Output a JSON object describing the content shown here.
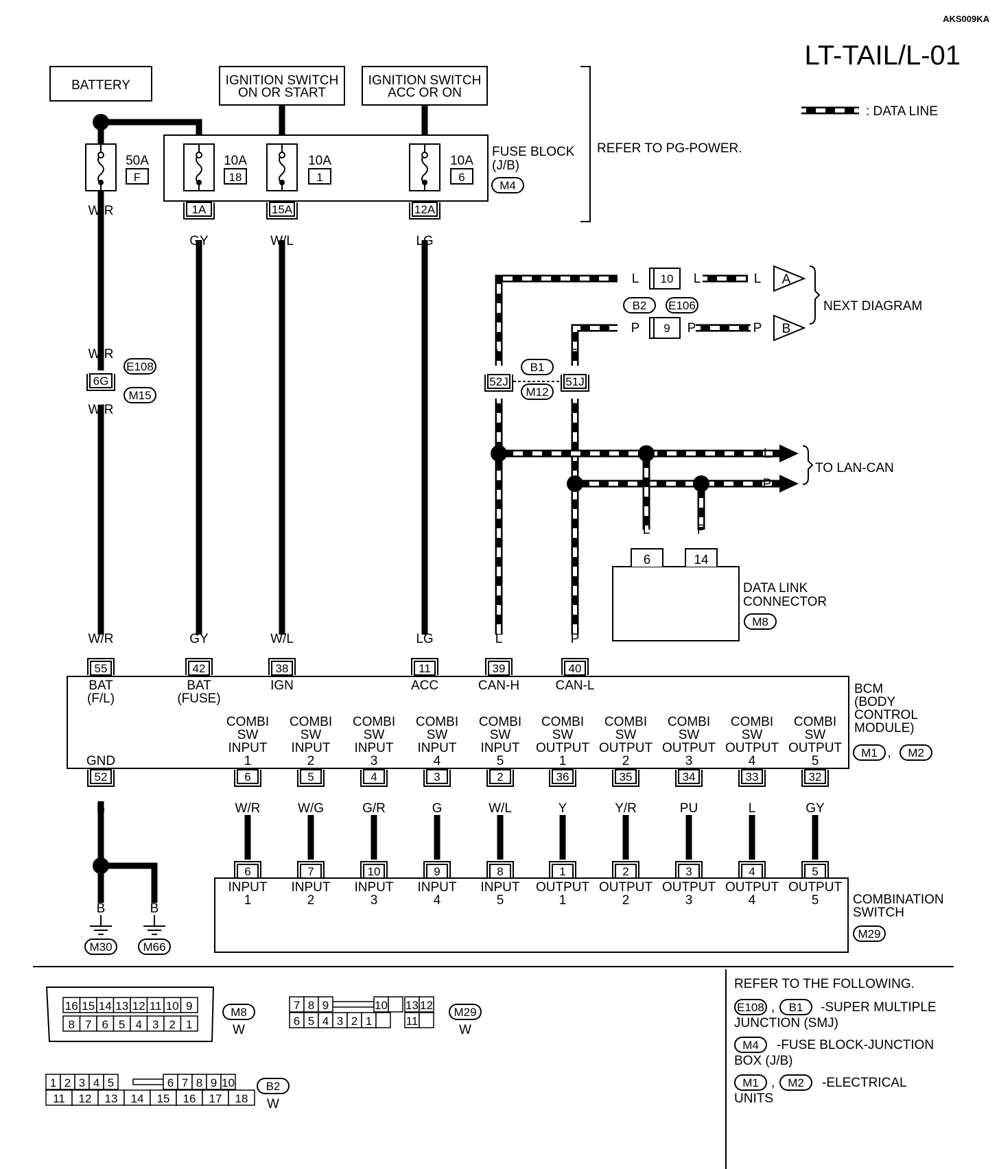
{
  "header": {
    "doc_code": "AKS009KA",
    "page_title": "LT-TAIL/L-01",
    "data_line_legend": ": DATA LINE"
  },
  "power": {
    "battery": "BATTERY",
    "ign_on_start": [
      "IGNITION SWITCH",
      "ON OR START"
    ],
    "ign_acc_on": [
      "IGNITION SWITCH",
      "ACC OR ON"
    ],
    "refer_power": "REFER TO PG-POWER.",
    "fuse_block": [
      "FUSE BLOCK",
      "(J/B)"
    ],
    "fuse_block_conn": "M4",
    "fuses": [
      {
        "amp": "50A",
        "id": "F"
      },
      {
        "amp": "10A",
        "id": "18"
      },
      {
        "amp": "10A",
        "id": "1"
      },
      {
        "amp": "10A",
        "id": "6"
      }
    ],
    "jb_terminals": [
      "1A",
      "15A",
      "12A"
    ]
  },
  "wires": {
    "wr": "W/R",
    "gy": "GY",
    "wl": "W/L",
    "lg": "LG",
    "l": "L",
    "p": "P",
    "b": "B"
  },
  "smj": {
    "terminal": "6G",
    "conn_a": "E108",
    "conn_b": "M15"
  },
  "can": {
    "j1": "10",
    "j2": "9",
    "conn_b2": "B2",
    "conn_e106": "E106",
    "arrow_a": "A",
    "arrow_b": "B",
    "next_diagram": "NEXT DIAGRAM",
    "t52j": "52J",
    "t51j": "51J",
    "b1": "B1",
    "m12": "M12",
    "to_lan": "TO LAN-CAN"
  },
  "dlc": {
    "pins": [
      "6",
      "14"
    ],
    "label": [
      "DATA LINK",
      "CONNECTOR"
    ],
    "conn": "M8"
  },
  "bcm": {
    "top_terms": [
      {
        "num": "55",
        "wire": "W/R",
        "lbl": [
          "BAT",
          "(F/L)"
        ]
      },
      {
        "num": "42",
        "wire": "GY",
        "lbl": [
          "BAT",
          "(FUSE)"
        ]
      },
      {
        "num": "38",
        "wire": "W/L",
        "lbl": [
          "IGN"
        ]
      },
      {
        "num": "11",
        "wire": "LG",
        "lbl": [
          "ACC"
        ]
      },
      {
        "num": "39",
        "wire": "L",
        "lbl": [
          "CAN-H"
        ]
      },
      {
        "num": "40",
        "wire": "P",
        "lbl": [
          "CAN-L"
        ]
      }
    ],
    "gnd": {
      "num": "52",
      "lbl": "GND",
      "wire": "B"
    },
    "bottom_terms": [
      {
        "lbl": [
          "COMBI",
          "SW",
          "INPUT",
          "1"
        ],
        "num": "6",
        "wire": "W/R"
      },
      {
        "lbl": [
          "COMBI",
          "SW",
          "INPUT",
          "2"
        ],
        "num": "5",
        "wire": "W/G"
      },
      {
        "lbl": [
          "COMBI",
          "SW",
          "INPUT",
          "3"
        ],
        "num": "4",
        "wire": "G/R"
      },
      {
        "lbl": [
          "COMBI",
          "SW",
          "INPUT",
          "4"
        ],
        "num": "3",
        "wire": "G"
      },
      {
        "lbl": [
          "COMBI",
          "SW",
          "INPUT",
          "5"
        ],
        "num": "2",
        "wire": "W/L"
      },
      {
        "lbl": [
          "COMBI",
          "SW",
          "OUTPUT",
          "1"
        ],
        "num": "36",
        "wire": "Y"
      },
      {
        "lbl": [
          "COMBI",
          "SW",
          "OUTPUT",
          "2"
        ],
        "num": "35",
        "wire": "Y/R"
      },
      {
        "lbl": [
          "COMBI",
          "SW",
          "OUTPUT",
          "3"
        ],
        "num": "34",
        "wire": "PU"
      },
      {
        "lbl": [
          "COMBI",
          "SW",
          "OUTPUT",
          "4"
        ],
        "num": "33",
        "wire": "L"
      },
      {
        "lbl": [
          "COMBI",
          "SW",
          "OUTPUT",
          "5"
        ],
        "num": "32",
        "wire": "GY"
      }
    ],
    "label": [
      "BCM",
      "(BODY",
      "CONTROL",
      "MODULE)"
    ],
    "conns": [
      "M1",
      "M2"
    ]
  },
  "combi": {
    "terms": [
      {
        "num": "6",
        "lbl": [
          "INPUT",
          "1"
        ]
      },
      {
        "num": "7",
        "lbl": [
          "INPUT",
          "2"
        ]
      },
      {
        "num": "10",
        "lbl": [
          "INPUT",
          "3"
        ]
      },
      {
        "num": "9",
        "lbl": [
          "INPUT",
          "4"
        ]
      },
      {
        "num": "8",
        "lbl": [
          "INPUT",
          "5"
        ]
      },
      {
        "num": "1",
        "lbl": [
          "OUTPUT",
          "1"
        ]
      },
      {
        "num": "2",
        "lbl": [
          "OUTPUT",
          "2"
        ]
      },
      {
        "num": "3",
        "lbl": [
          "OUTPUT",
          "3"
        ]
      },
      {
        "num": "4",
        "lbl": [
          "OUTPUT",
          "4"
        ]
      },
      {
        "num": "5",
        "lbl": [
          "OUTPUT",
          "5"
        ]
      }
    ],
    "label": [
      "COMBINATION",
      "SWITCH"
    ],
    "conn": "M29"
  },
  "ground": {
    "g1": "M30",
    "g2": "M66"
  },
  "connectors": {
    "m8": {
      "row1": [
        "16",
        "15",
        "14",
        "13",
        "12",
        "11",
        "10",
        "9"
      ],
      "row2": [
        "8",
        "7",
        "6",
        "5",
        "4",
        "3",
        "2",
        "1"
      ],
      "id": "M8",
      "color": "W"
    },
    "m29": {
      "row1": [
        "7",
        "8",
        "9",
        "",
        "10",
        "",
        "13",
        "12"
      ],
      "row2": [
        "6",
        "5",
        "4",
        "3",
        "2",
        "1",
        "",
        "11",
        ""
      ],
      "id": "M29",
      "color": "W"
    },
    "b2": {
      "row1": [
        "1",
        "2",
        "3",
        "4",
        "5",
        "",
        "6",
        "7",
        "8",
        "9",
        "10"
      ],
      "row2": [
        "11",
        "12",
        "13",
        "14",
        "15",
        "16",
        "17",
        "18"
      ],
      "id": "B2",
      "color": "W"
    }
  },
  "refer": {
    "title": "REFER TO THE FOLLOWING.",
    "smj": [
      "E108",
      "B1",
      "-SUPER MULTIPLE",
      "JUNCTION (SMJ)"
    ],
    "jb": [
      "M4",
      "-FUSE BLOCK-JUNCTION",
      "BOX (J/B)"
    ],
    "eu": [
      "M1",
      "M2",
      "-ELECTRICAL",
      "UNITS"
    ]
  }
}
